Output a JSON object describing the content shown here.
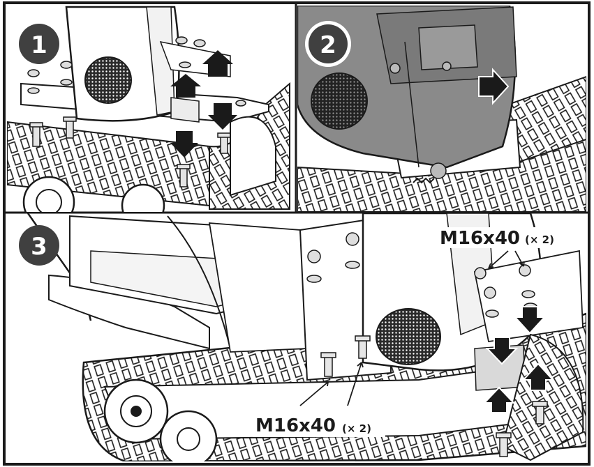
{
  "steps": [
    {
      "number": "1"
    },
    {
      "number": "2"
    },
    {
      "number": "3"
    }
  ],
  "callouts": {
    "top_right": {
      "size": "M16x40",
      "qty": "(× 2)"
    },
    "bottom": {
      "size": "M16x40",
      "qty": "(× 2)"
    }
  },
  "colors": {
    "line": "#1a1a1a",
    "panel2_fill": "#8a8a8a",
    "badge": "#404040",
    "arrow": "#1a1a1a"
  }
}
